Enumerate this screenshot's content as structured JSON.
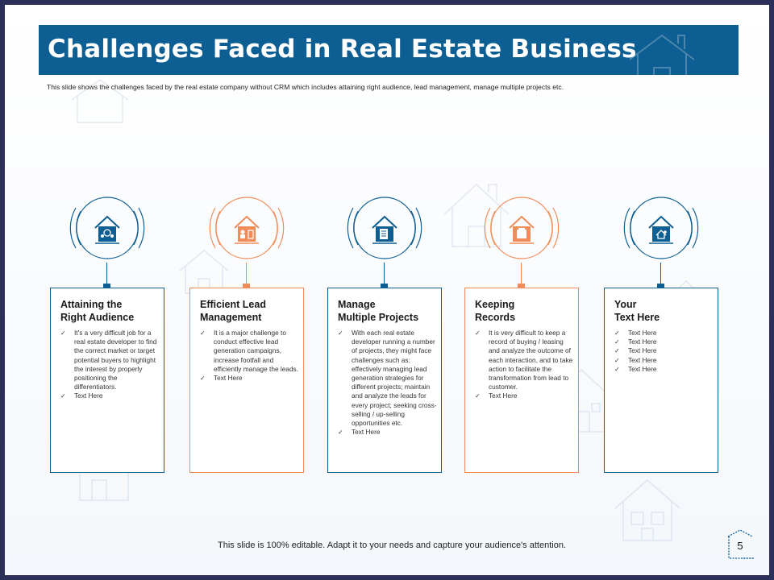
{
  "title": "Challenges Faced in Real Estate Business",
  "subtitle": "This slide shows the challenges faced by the real estate company without CRM which includes attaining  right audience, lead management,  manage multiple projects etc.",
  "colors": {
    "blue": "#0d5e92",
    "orange": "#f08c5a",
    "frame": "#2c2f57"
  },
  "items": [
    {
      "title_line1": "Attaining the",
      "title_line2": "Right Audience",
      "color": "blue",
      "icon": "audience-house-icon",
      "bullets": [
        "It's a very difficult job for a real estate developer to find the correct market or target potential buyers to highlight the interest by properly positioning the differentiators.",
        "Text Here"
      ]
    },
    {
      "title_line1": "Efficient Lead",
      "title_line2": "Management",
      "color": "orange",
      "icon": "lead-management-house-icon",
      "bullets": [
        "It is a major challenge to conduct effective lead generation campaigns, increase footfall and efficiently manage the leads.",
        "Text Here"
      ]
    },
    {
      "title_line1": "Manage",
      "title_line2": "Multiple Projects",
      "color": "blue",
      "icon": "projects-house-icon",
      "bullets": [
        "With each real estate developer running a number of projects, they might face challenges such as: effectively managing lead generation strategies for different projects; maintain and analyze the leads for every project; seeking cross-selling / up-selling opportunities etc.",
        "Text Here"
      ]
    },
    {
      "title_line1": "Keeping",
      "title_line2": "Records",
      "color": "orange",
      "icon": "records-house-icon",
      "bullets": [
        "It is very difficult to keep a record of buying / leasing and analyze the outcome of each interaction, and to take action to facilitate the transformation from lead to customer.",
        "Text Here"
      ]
    },
    {
      "title_line1": "Your",
      "title_line2": "Text Here",
      "color": "blue",
      "icon": "settings-house-icon",
      "bullets": [
        "Text Here",
        "Text Here",
        "Text Here",
        "Text Here",
        "Text Here"
      ]
    }
  ],
  "footer": "This slide is 100% editable. Adapt it to your needs and capture your audience's attention.",
  "page_number": "5"
}
